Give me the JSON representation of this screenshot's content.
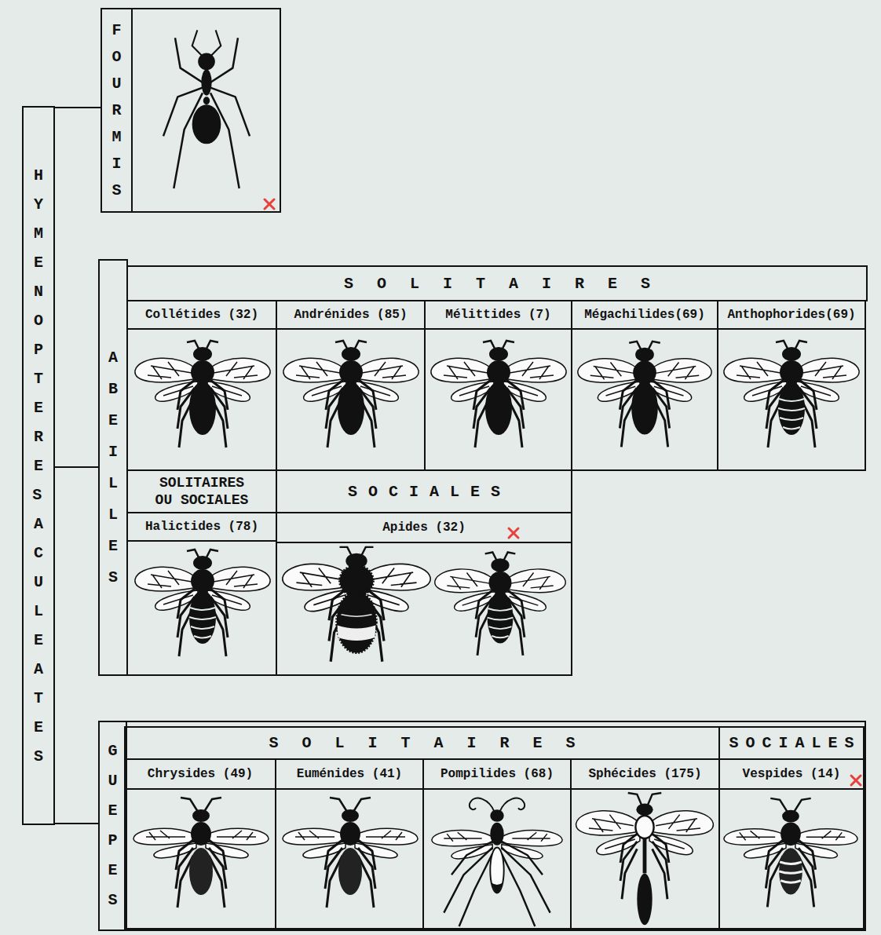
{
  "diagram": {
    "nodes": [
      {
        "text": [
          "HYMENOPTERES ACULEATES"
        ]
      },
      {
        "text": [
          "FOURMIS"
        ]
      },
      {
        "text": [
          "ABEILLES"
        ]
      },
      {
        "text": [
          "SOLITAIRES"
        ],
        "in": 2
      },
      {
        "text": [
          "Collétides (32)"
        ],
        "in": 2
      },
      {
        "text": [
          "Andrénides (85)"
        ],
        "in": 2
      },
      {
        "text": [
          "Mélittides (7)"
        ],
        "in": 2
      },
      {
        "text": [
          "Mégachilides(69)"
        ],
        "in": 2
      },
      {
        "text": [
          "Anthophorides(69)"
        ],
        "in": 2
      },
      {
        "text": [
          "SOLITAIRES OU SOCIALES"
        ],
        "in": 2
      },
      {
        "text": [
          "Halictides (78)"
        ],
        "in": 2
      },
      {
        "text": [
          "SOCIALES"
        ],
        "in": 2
      },
      {
        "text": [
          "Apides (32)"
        ],
        "in": 2
      },
      {
        "text": [
          "GUEPES"
        ]
      },
      {
        "text": [
          "SOLITAIRES"
        ],
        "in": 13
      },
      {
        "text": [
          "Chrysides (49)"
        ],
        "in": 13
      },
      {
        "text": [
          "Euménides (41)"
        ],
        "in": 13
      },
      {
        "text": [
          "Pompilides (68)"
        ],
        "in": 13
      },
      {
        "text": [
          "Sphécides (175)"
        ],
        "in": 13
      },
      {
        "text": [
          "SOCIALES"
        ],
        "in": 13
      },
      {
        "text": [
          "Vespides (14)"
        ],
        "in": 13
      }
    ],
    "edges": [
      {
        "from": 0,
        "to": 1,
        "arrow": "none"
      },
      {
        "from": 0,
        "to": 2,
        "arrow": "none"
      },
      {
        "from": 0,
        "to": 13,
        "arrow": "none"
      }
    ]
  }
}
